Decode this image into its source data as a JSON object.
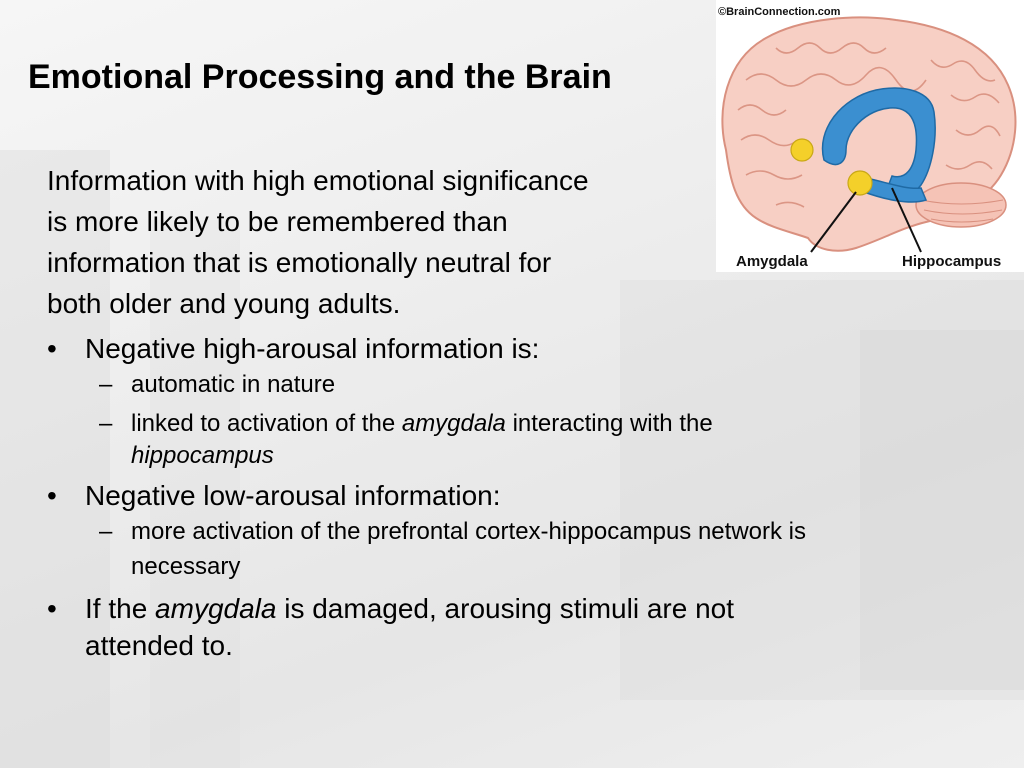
{
  "slide": {
    "title": "Emotional Processing and the Brain",
    "intro_lines": [
      "Information with high emotional significance",
      "is more likely to be remembered than",
      "information that is emotionally neutral for",
      "both older and young adults."
    ],
    "bullet_mark": "•",
    "sub_mark": "–",
    "bullet1": "Negative high-arousal information is:",
    "bullet1_sub1": "automatic in nature",
    "bullet1_sub2_pre": "linked to activation of the ",
    "bullet1_sub2_em": "amygdala",
    "bullet1_sub2_post": " interacting with the",
    "bullet1_sub2_line2": "hippocampus",
    "bullet2": "Negative low-arousal information:",
    "bullet2_sub1_line1": "more activation of the prefrontal cortex-hippocampus network is",
    "bullet2_sub1_line2": "necessary",
    "bullet3_pre": "If the ",
    "bullet3_em": "amygdala",
    "bullet3_post": " is damaged, arousing stimuli are not",
    "bullet3_line2": "attended to."
  },
  "figure": {
    "credit": "©BrainConnection.com",
    "label_amygdala": "Amygdala",
    "label_hippocampus": "Hippocampus",
    "colors": {
      "brain_fill": "#f7cfc4",
      "brain_stroke": "#d9907f",
      "hippocampus": "#3b8fd0",
      "amygdala": "#f4d02a"
    }
  }
}
